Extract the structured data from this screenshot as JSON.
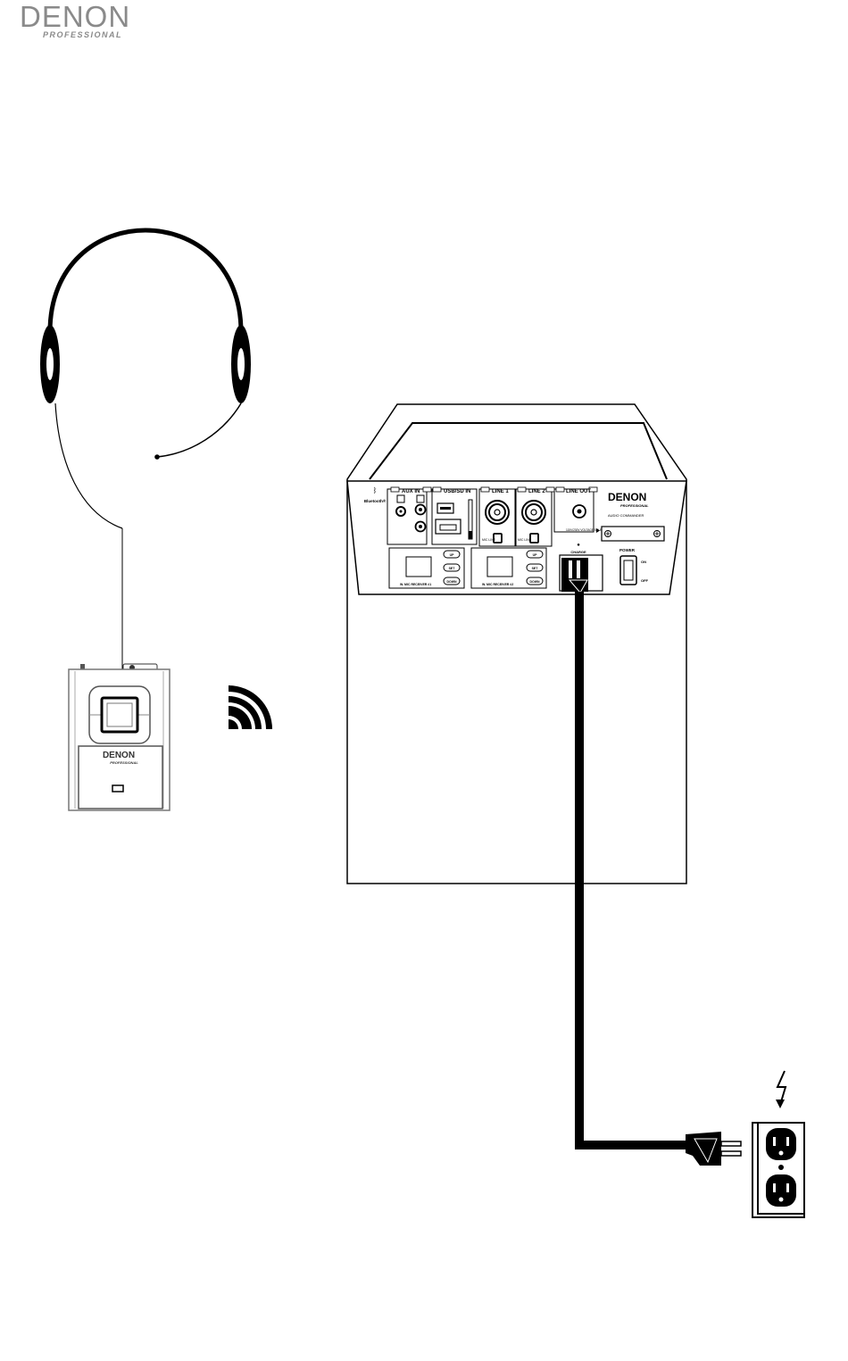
{
  "brand": {
    "name": "DENON",
    "sub": "PROFESSIONAL"
  },
  "beltpack": {
    "brand": "DENON",
    "sub": "PROFESSIONAL"
  },
  "panel": {
    "bluetooth": "Bluetooth®",
    "aux_in": "AUX IN",
    "usb_sd_in": "USB/SD IN",
    "line1": "LINE 1",
    "line2": "LINE 2",
    "line_out": "LINE OUT",
    "brand": "DENON",
    "brand_sub": "PROFESSIONAL",
    "model": "AUDIO COMMANDER",
    "voltage_select": "115V/230V VOLTAGE SELECT",
    "charge": "CHARGE",
    "power": "POWER",
    "on": "ON",
    "off": "OFF",
    "receiver1": "W. MIC RECEIVER #1",
    "receiver2": "W. MIC RECEIVER #2",
    "btn_up": "UP",
    "btn_set": "SET",
    "btn_down": "DOWN",
    "mic_line": "MIC LINE"
  }
}
